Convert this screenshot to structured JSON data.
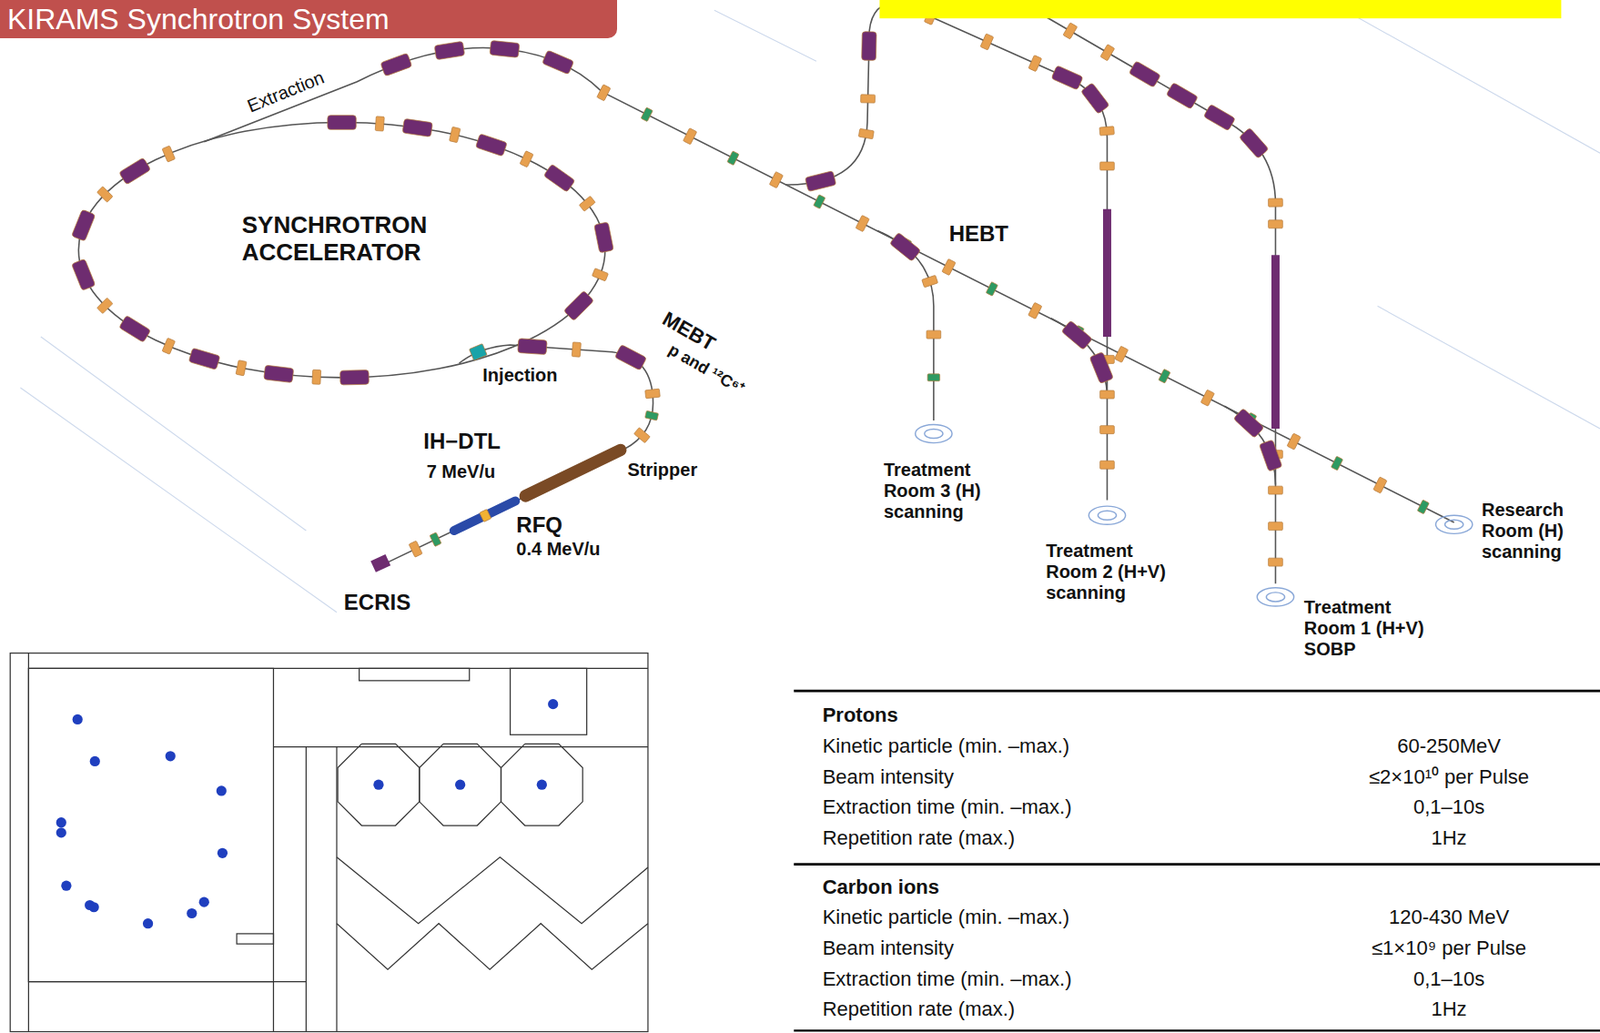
{
  "diagram": {
    "title": "KIRAMS Synchrotron System",
    "labels": [
      "Extraction",
      "SYNCHROTRON ACCELERATOR",
      "Injection",
      "MEBT",
      "p and ¹²C⁶⁺",
      "IH−DTL",
      "7 MeV/u",
      "Stripper",
      "RFQ",
      "0.4 MeV/u",
      "ECRIS",
      "HEBT",
      "Treatment Room 3 (H) scanning",
      "Treatment Room 2 (H+V) scanning",
      "Treatment Room 1 (H+V) SOBP",
      "Research Room (H) scanning",
      "Protons",
      "Kinetic particle (min. –max.)",
      "60-250MeV",
      "Beam intensity",
      "≤2×10¹⁰ per Pulse",
      "Extraction time (min. –max.)",
      "0,1–10s",
      "Repetition rate (max.)",
      "1Hz",
      "Carbon ions",
      "Kinetic particle (min. –max.)",
      "120-430 MeV",
      "Beam intensity",
      "≤1×10⁹ per Pulse",
      "Extraction time (min. –max.)",
      "0,1–10s",
      "Repetition rate (max.)",
      "1Hz"
    ]
  }
}
